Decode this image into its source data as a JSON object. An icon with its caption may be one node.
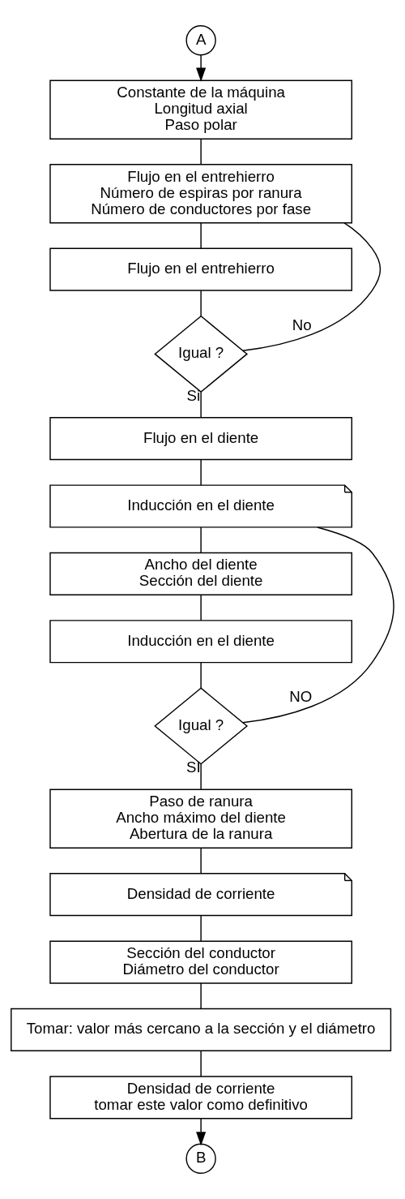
{
  "diagram": {
    "nodes": [
      {
        "text": [
          "A"
        ]
      },
      {
        "text": [
          "Constante de la máquina",
          "Longitud axial",
          "Paso polar"
        ]
      },
      {
        "text": [
          "Flujo en el entrehierro",
          "Número de espiras por ranura",
          "Número de conductores por fase"
        ]
      },
      {
        "text": [
          "Flujo en el entrehierro"
        ]
      },
      {
        "text": [
          "Igual ?"
        ]
      },
      {
        "text": [
          "Flujo en el diente"
        ]
      },
      {
        "text": [
          "Inducción en el diente"
        ]
      },
      {
        "text": [
          "Ancho del diente",
          "Sección del diente"
        ]
      },
      {
        "text": [
          "Inducción en el diente"
        ]
      },
      {
        "text": [
          "Igual ?"
        ]
      },
      {
        "text": [
          "Paso de ranura",
          "Ancho máximo del diente",
          "Abertura de la ranura"
        ]
      },
      {
        "text": [
          "Densidad de corriente"
        ]
      },
      {
        "text": [
          "Sección del conductor",
          "Diámetro del conductor"
        ]
      },
      {
        "text": [
          "Tomar: valor más cercano a la sección y el diámetro"
        ]
      },
      {
        "text": [
          "Densidad de corriente",
          "tomar este valor como definitivo"
        ]
      },
      {
        "text": [
          "B"
        ]
      }
    ],
    "edges": [
      {
        "from": 0,
        "to": 1,
        "arrow": "to"
      },
      {
        "from": 1,
        "to": 2,
        "arrow": "none"
      },
      {
        "from": 2,
        "to": 3,
        "arrow": "none"
      },
      {
        "from": 3,
        "to": 4,
        "arrow": "none"
      },
      {
        "from": 4,
        "to": 2,
        "arrow": "none",
        "label": "No"
      },
      {
        "from": 4,
        "to": 5,
        "arrow": "none",
        "label": "Si"
      },
      {
        "from": 5,
        "to": 6,
        "arrow": "none"
      },
      {
        "from": 6,
        "to": 7,
        "arrow": "none"
      },
      {
        "from": 7,
        "to": 8,
        "arrow": "none"
      },
      {
        "from": 8,
        "to": 9,
        "arrow": "none"
      },
      {
        "from": 9,
        "to": 6,
        "arrow": "none",
        "label": "NO"
      },
      {
        "from": 9,
        "to": 10,
        "arrow": "none",
        "label": "SI"
      },
      {
        "from": 10,
        "to": 11,
        "arrow": "none"
      },
      {
        "from": 11,
        "to": 12,
        "arrow": "none"
      },
      {
        "from": 12,
        "to": 13,
        "arrow": "none"
      },
      {
        "from": 13,
        "to": 14,
        "arrow": "none"
      },
      {
        "from": 14,
        "to": 15,
        "arrow": "to"
      }
    ]
  }
}
